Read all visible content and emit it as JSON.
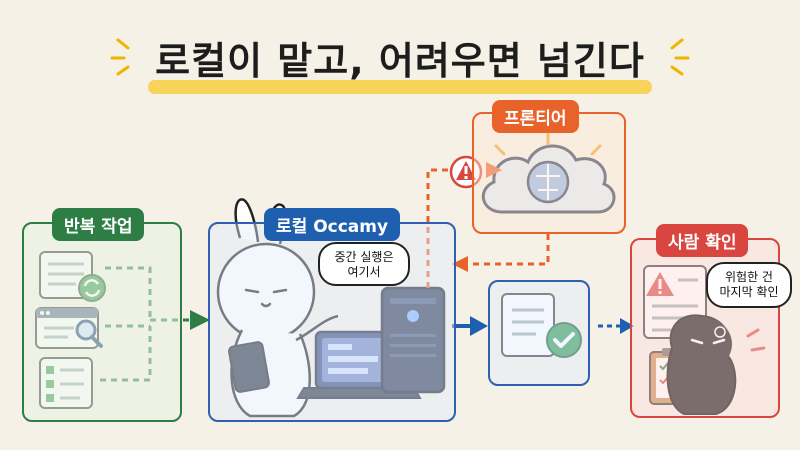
{
  "title": "로컬이 맡고, 어려우면 넘긴다",
  "panels": {
    "repeat": {
      "label": "반복 작업"
    },
    "local": {
      "label": "로컬 Occamy"
    },
    "frontier": {
      "label": "프론티어"
    },
    "human": {
      "label": "사람 확인"
    }
  },
  "bubbles": {
    "local_line1": "중간 실행은",
    "local_line2": "여기서",
    "human_line1": "위험한 건",
    "human_line2": "마지막 확인"
  },
  "colors": {
    "green": "#2e7d45",
    "blue": "#1f5fb0",
    "orange": "#e8632a",
    "red": "#d9453f",
    "highlight": "#f7d35a"
  }
}
